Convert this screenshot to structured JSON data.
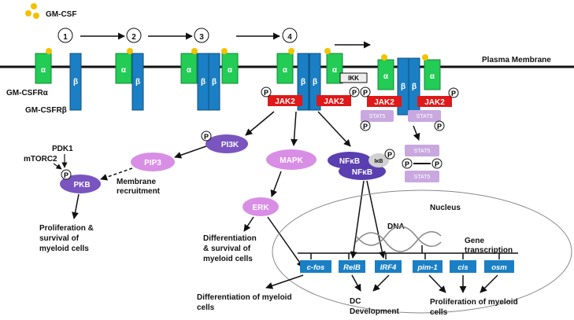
{
  "ligand": {
    "label": "GM-CSF"
  },
  "steps": [
    "1",
    "2",
    "3",
    "4"
  ],
  "membrane": {
    "label": "Plasma Membrane"
  },
  "receptor": {
    "alpha_label": "GM-CSFRα",
    "beta_label": "GM-CSFRβ",
    "alpha_symbol": "α",
    "beta_symbol": "β"
  },
  "kinases": {
    "jak2": "JAK2",
    "ikk": "IKK",
    "stat5": "STAT5",
    "phospho": "P"
  },
  "pathways": {
    "pi3k": "PI3K",
    "pip3": "PIP3",
    "pkb": "PKB",
    "pdk1": "PDK1",
    "mtorc2": "mTORC2",
    "membrane_recruitment_1": "Membrane",
    "membrane_recruitment_2": "recruitment",
    "mapk": "MAPK",
    "erk": "ERK",
    "nfkb": "NFκB",
    "ikb": "IκB"
  },
  "outcomes": {
    "pkb_1": "Proliferation &",
    "pkb_2": "survival of",
    "pkb_3": "myeloid cells",
    "erk_1": "Differentiation",
    "erk_2": "& survival of",
    "erk_3": "myeloid cells",
    "cfos_1": "Differentiation  of myeloid",
    "cfos_2": "cells",
    "dc_1": "DC",
    "dc_2": "Development",
    "prolif_1": "Proliferation  of myeloid",
    "prolif_2": "cells"
  },
  "nucleus": {
    "label": "Nucleus",
    "dna": "DNA",
    "transcription_1": "Gene",
    "transcription_2": "transcription"
  },
  "genes": [
    "c-fos",
    "RelB",
    "IRF4",
    "pim-1",
    "cis",
    "osm"
  ],
  "colors": {
    "alpha": "#22cc55",
    "beta": "#1a7fc4",
    "ligand": "#f2c200",
    "jak2": "#e01818",
    "stat5": "#c9a8e0",
    "pi3k": "#7a55c0",
    "pip3": "#d98ee6",
    "pkb": "#7a55c0",
    "mapk": "#d98ee6",
    "erk": "#d98ee6",
    "nfkb": "#5a3fb0",
    "ikb": "#d0d0d0",
    "gene": "#1a7fc4"
  }
}
